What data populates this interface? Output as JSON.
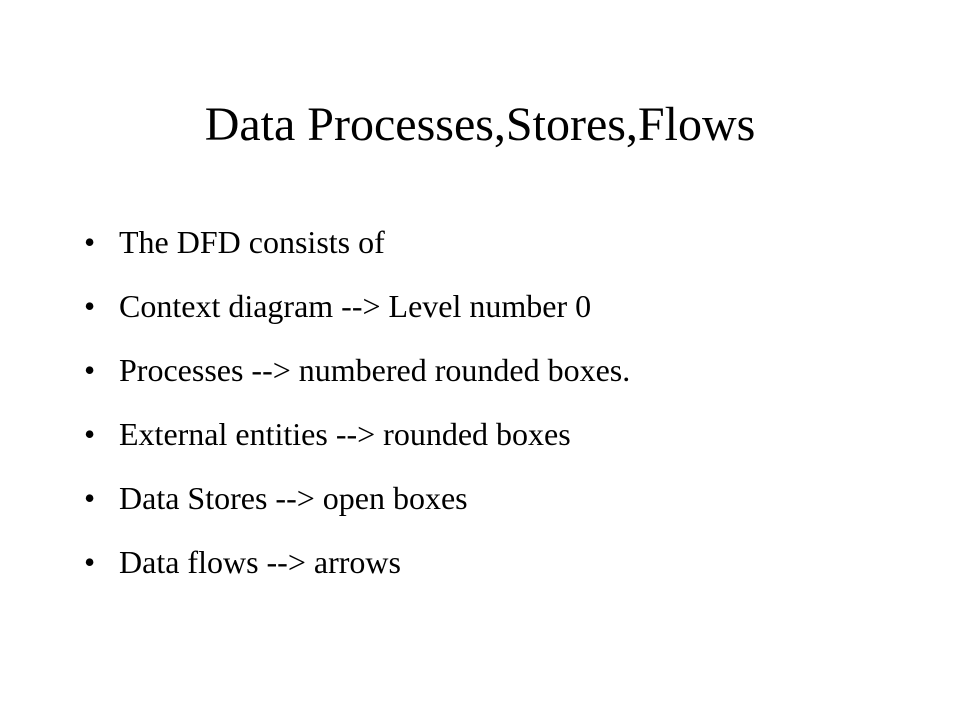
{
  "slide": {
    "title": "Data Processes,Stores,Flows",
    "bullet_symbol": "•",
    "bullets": [
      "The DFD consists of",
      "Context diagram --> Level number 0",
      "Processes --> numbered rounded boxes.",
      "External entities --> rounded boxes",
      "Data Stores --> open boxes",
      "Data flows --> arrows"
    ]
  }
}
